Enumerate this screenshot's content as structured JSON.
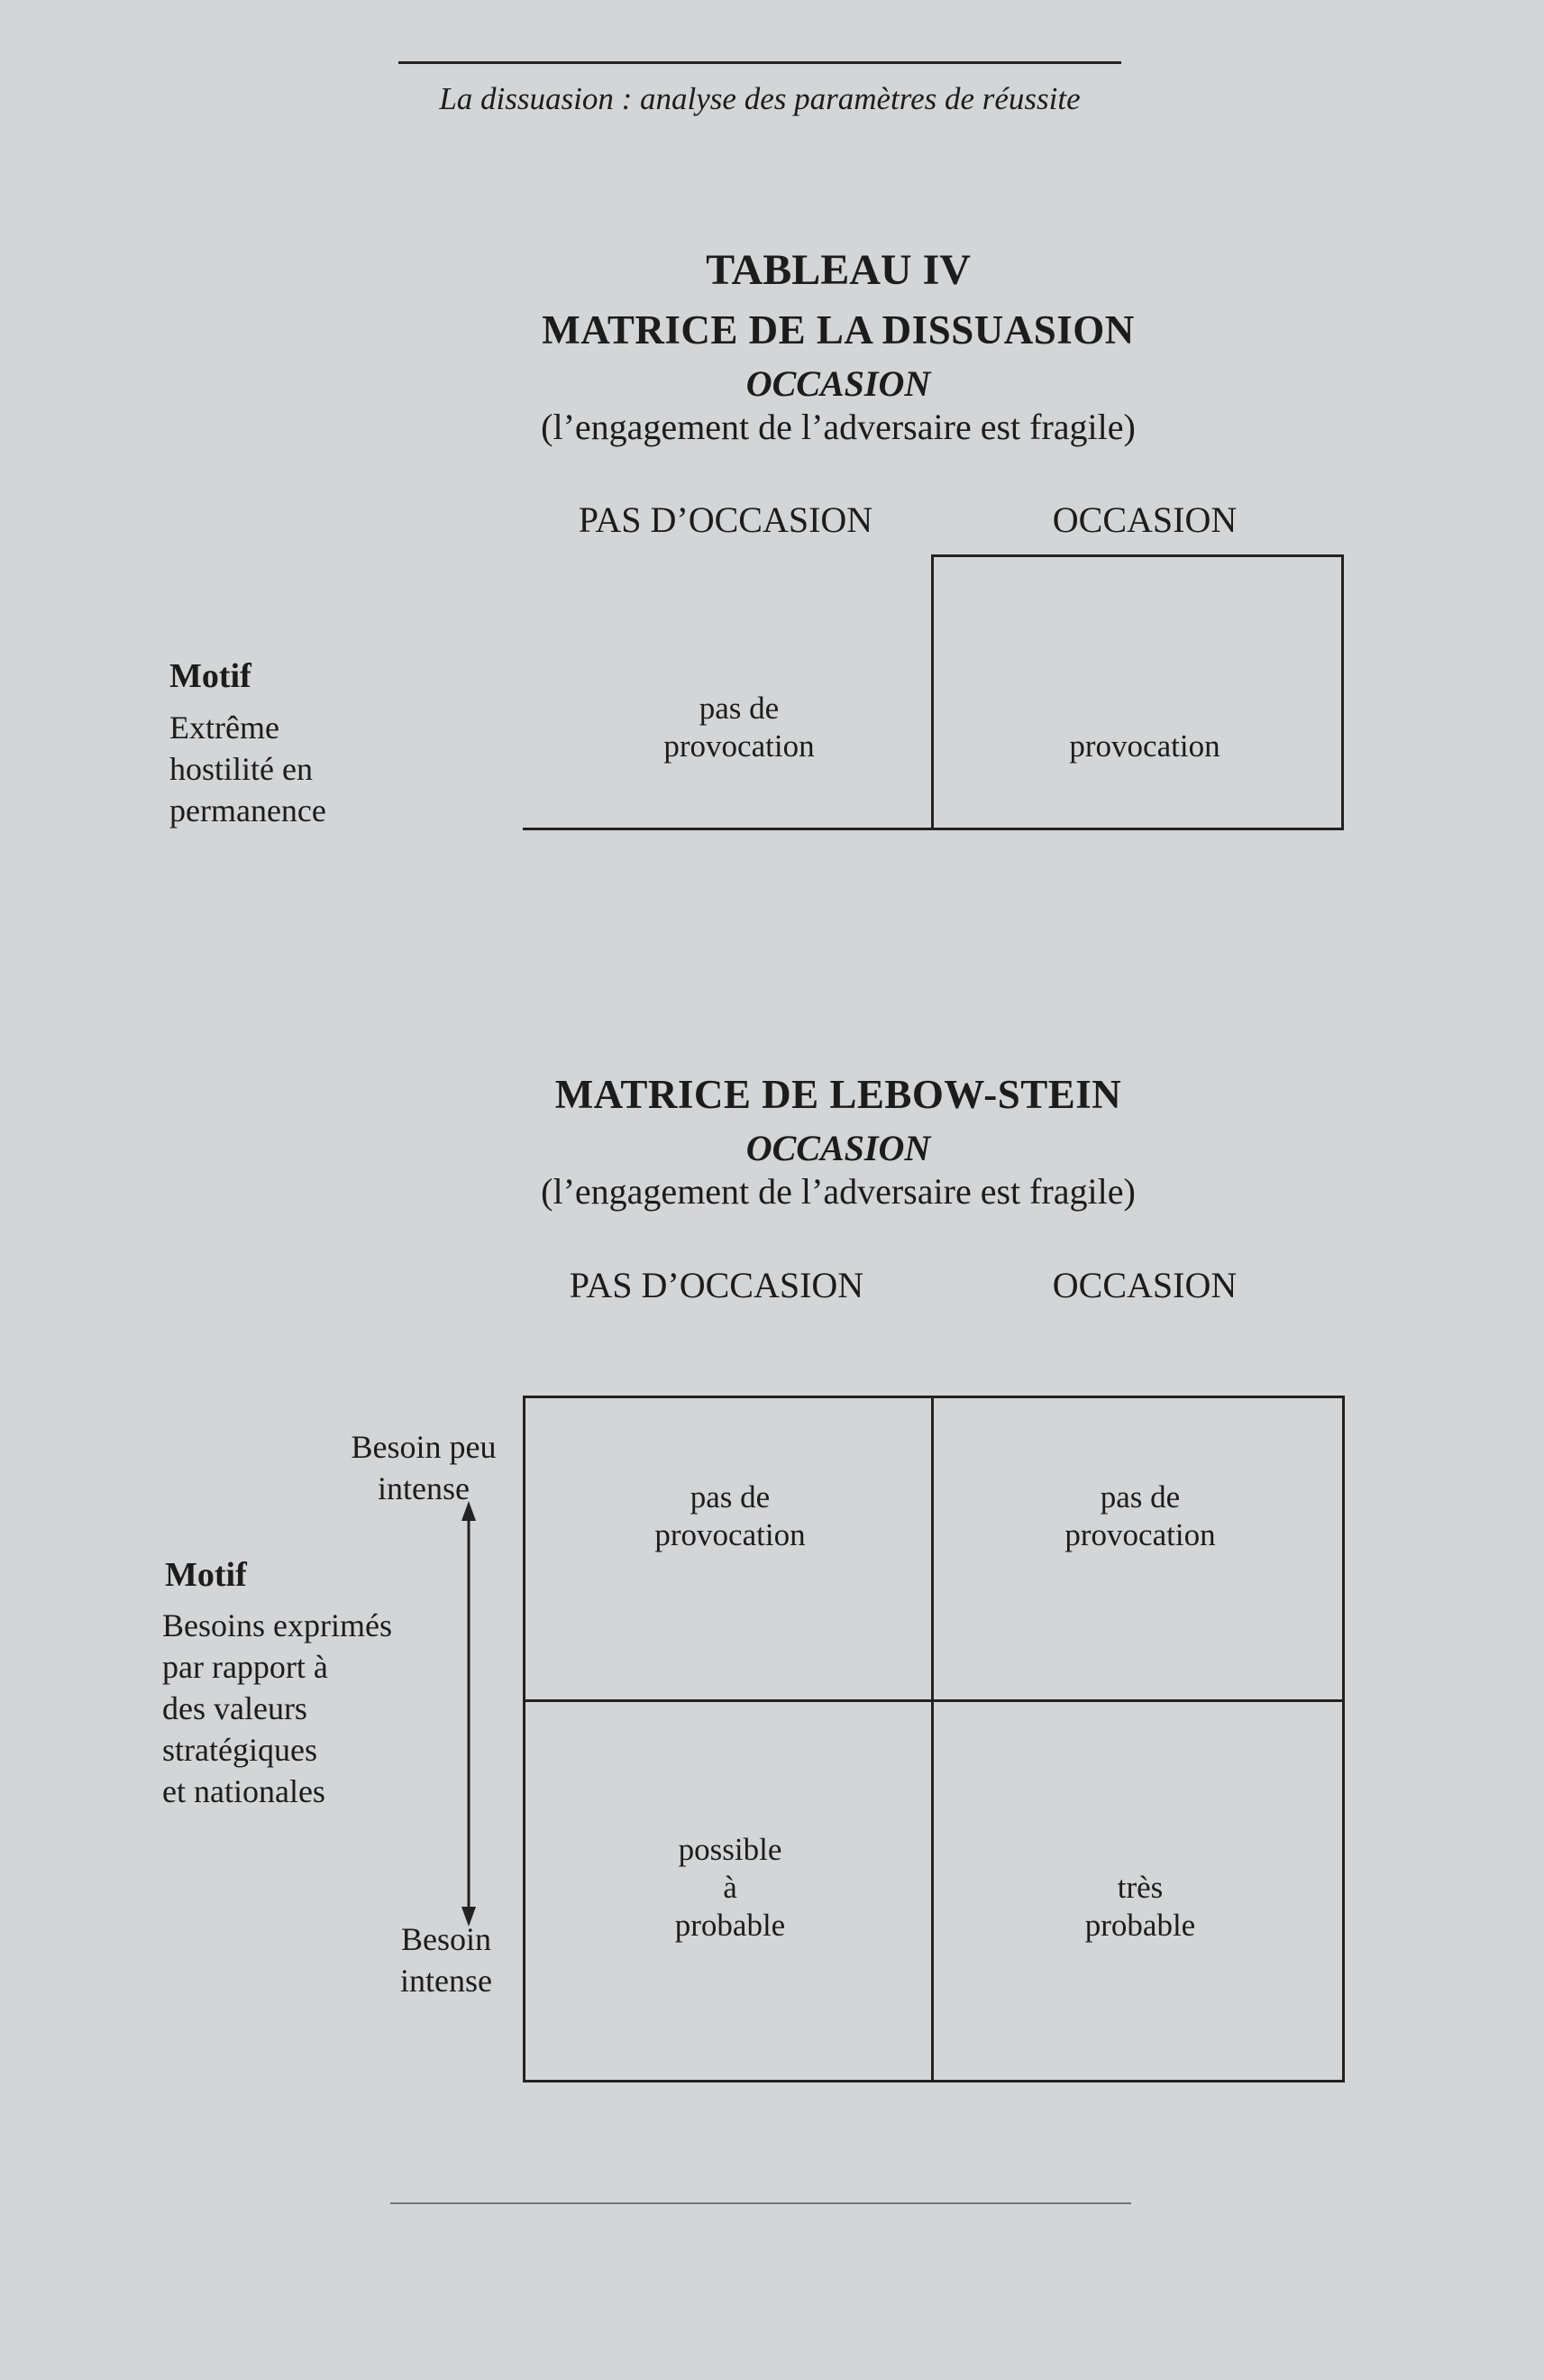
{
  "header": {
    "running_title": "La dissuasion : analyse des paramètres de réussite"
  },
  "table_label": "TABLEAU IV",
  "matrix1": {
    "title": "MATRICE DE LA DISSUASION",
    "subtitle": "OCCASION",
    "caption": "(l’engagement de l’adversaire est fragile)",
    "col_no": "PAS D’OCCASION",
    "col_yes": "OCCASION",
    "row_label_bold": "Motif",
    "row_label_lines": [
      "Extrême",
      "hostilité en",
      "permanence"
    ],
    "cell_no_lines": [
      "pas de",
      "provocation"
    ],
    "cell_yes": "provocation"
  },
  "matrix2": {
    "title": "MATRICE DE LEBOW-STEIN",
    "subtitle": "OCCASION",
    "caption": "(l’engagement de l’adversaire est fragile)",
    "col_no": "PAS D’OCCASION",
    "col_yes": "OCCASION",
    "axis_top_lines": [
      "Besoin peu",
      "intense"
    ],
    "axis_bottom_lines": [
      "Besoin",
      "intense"
    ],
    "row_label_bold": "Motif",
    "row_label_lines": [
      "Besoins exprimés",
      "par rapport à",
      "des valeurs",
      "stratégiques",
      "et nationales"
    ],
    "r1_no_lines": [
      "pas de",
      "provocation"
    ],
    "r1_yes_lines": [
      "pas de",
      "provocation"
    ],
    "r2_no_lines": [
      "possible",
      "à",
      "probable"
    ],
    "r2_yes_lines": [
      "très",
      "probable"
    ]
  }
}
